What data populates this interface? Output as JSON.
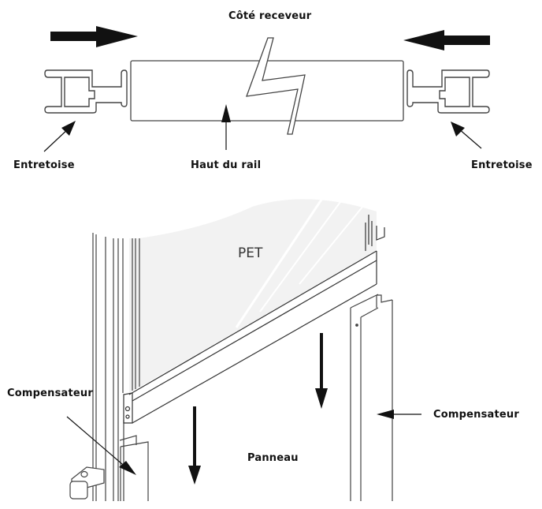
{
  "diagram": {
    "top_section": {
      "labels": {
        "receiver_side": "Côté receveur",
        "spacer_left": "Entretoise",
        "rail_top": "Haut du rail",
        "spacer_right": "Entretoise"
      }
    },
    "bottom_section": {
      "labels": {
        "panel_material": "PET",
        "compensator_left": "Compensateur",
        "compensator_right": "Compensateur",
        "panel": "Panneau"
      }
    },
    "colors": {
      "line": "#333333",
      "arrow": "#111111",
      "glass": "#f2f2f2"
    }
  }
}
